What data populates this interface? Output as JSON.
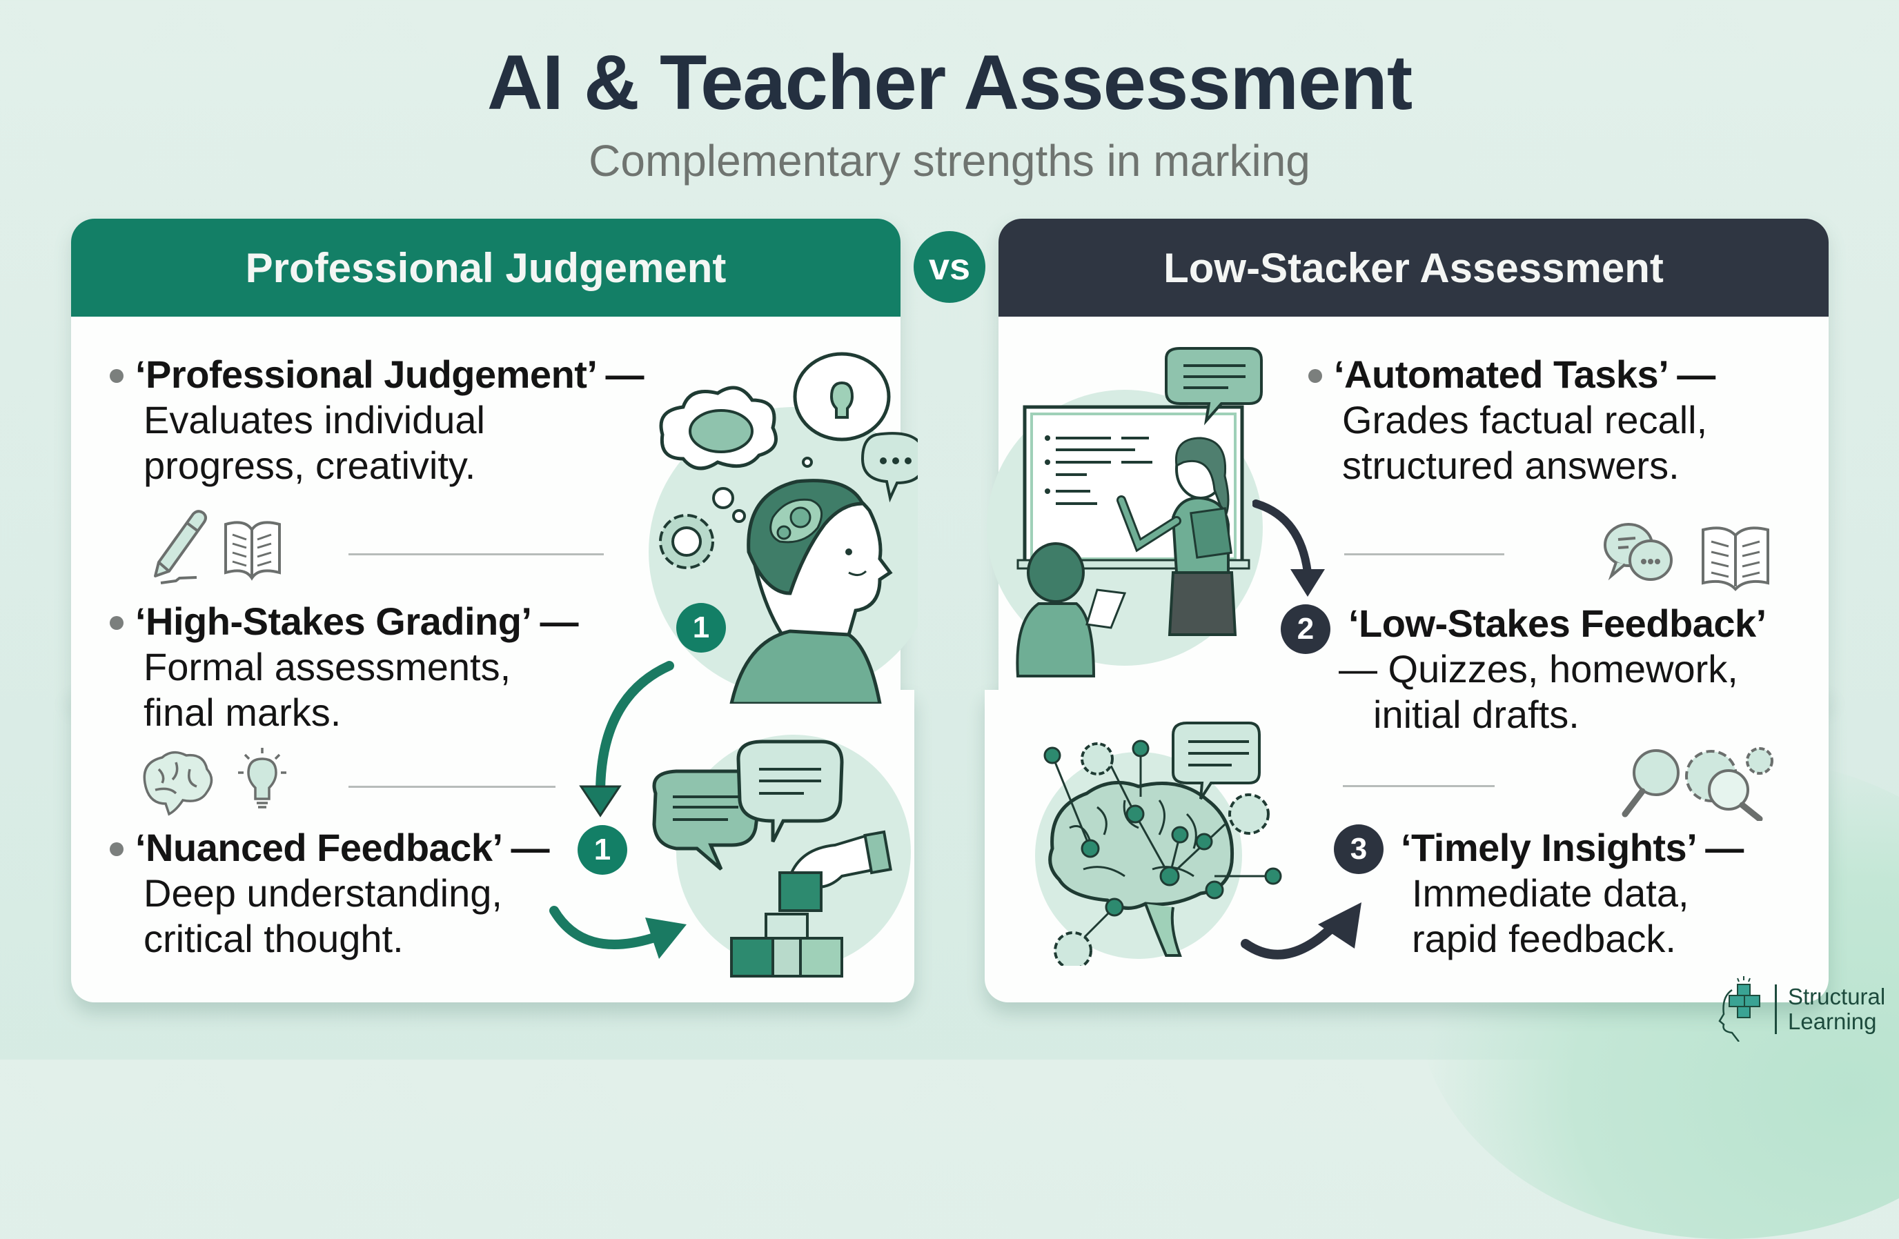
{
  "header": {
    "title": "AI & Teacher Assessment",
    "subtitle": "Complementary strengths in marking"
  },
  "vs_label": "vs",
  "colors": {
    "teacher_green": "#137f66",
    "ai_dark": "#2c333f",
    "mint_accent": "#9fd0b8",
    "background": "#dcede7"
  },
  "left_panel": {
    "title": "Professional Judgement",
    "items": [
      {
        "head": "‘Professional Judgement’ —",
        "desc_lines": [
          "Evaluates individual",
          "progress, creativity."
        ],
        "icons": [
          "pencil-icon",
          "open-book-icon"
        ]
      },
      {
        "head": "‘High-Stakes Grading’ —",
        "desc_lines": [
          "Formal assessments,",
          "final marks."
        ],
        "icons": [
          "brain-icon",
          "lightbulb-icon"
        ]
      },
      {
        "head": "‘Nuanced Feedback’ —",
        "desc_lines": [
          "Deep understanding,",
          "critical thought."
        ],
        "badge": "1"
      }
    ],
    "illustration_badge": "1",
    "illustrations": [
      "thinking-student",
      "speech-bubbles-and-blocks"
    ]
  },
  "right_panel": {
    "title": "Low-Stacker Assessment",
    "items": [
      {
        "head": "‘Automated Tasks’ —",
        "desc_lines": [
          "Grades factual recall,",
          "structured answers."
        ],
        "icons": [
          "chat-bubbles-icon",
          "open-book-icon"
        ]
      },
      {
        "badge": "2",
        "head": "‘Low-Stakes Feedback’",
        "desc_lines": [
          "— Quizzes, homework,",
          "initial drafts."
        ],
        "icons": [
          "magnifier-icon",
          "gears-magnifier-icon"
        ]
      },
      {
        "badge": "3",
        "head": "‘Timely Insights’ —",
        "desc_lines": [
          "Immediate data,",
          "rapid feedback."
        ]
      }
    ],
    "illustrations": [
      "teacher-at-whiteboard",
      "networked-brain"
    ]
  },
  "logo": {
    "line1": "Structural",
    "line2": "Learning"
  }
}
